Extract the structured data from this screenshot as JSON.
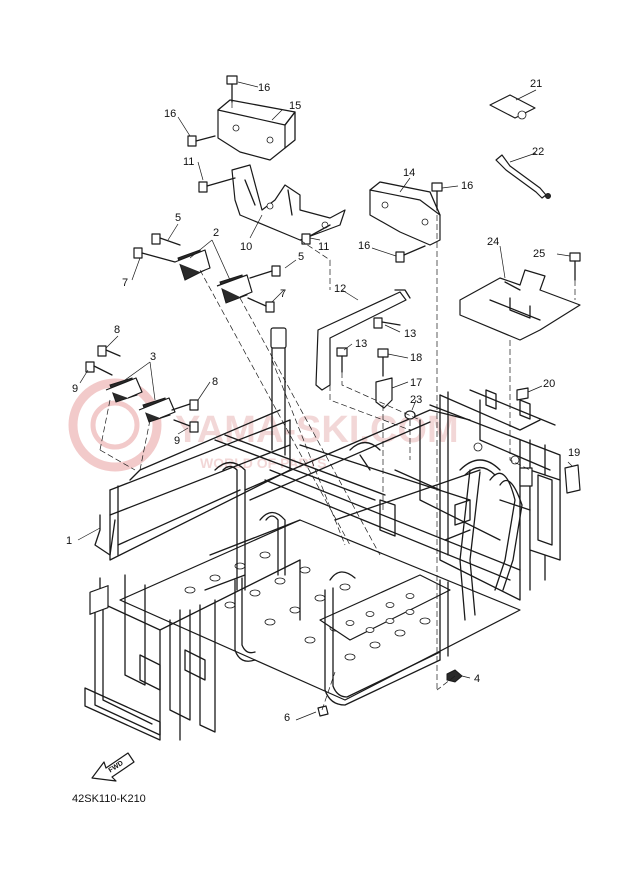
{
  "diagram": {
    "watermark": "YAMA-SKI.COM",
    "watermark_sub": "WORLD OF PARTS",
    "diagram_code": "42SK110-K210",
    "fwd_label": "FWD",
    "callouts": [
      "1",
      "2",
      "3",
      "4",
      "5",
      "5",
      "6",
      "7",
      "7",
      "8",
      "8",
      "9",
      "9",
      "10",
      "11",
      "11",
      "12",
      "13",
      "13",
      "14",
      "15",
      "16",
      "16",
      "16",
      "16",
      "17",
      "18",
      "19",
      "20",
      "21",
      "22",
      "23",
      "24",
      "25"
    ]
  }
}
